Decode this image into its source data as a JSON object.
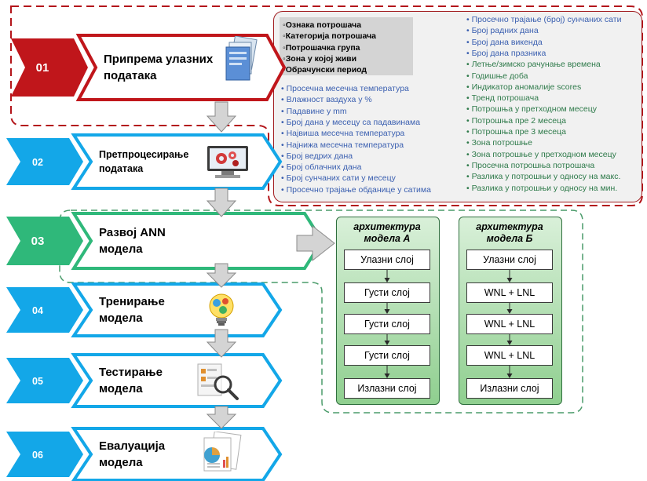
{
  "steps": [
    {
      "num": "01",
      "label_line1": "Припрема улазних",
      "label_line2": "података",
      "color": "#c0161b"
    },
    {
      "num": "02",
      "label_line1": "Претпроцесирање",
      "label_line2": "података",
      "color": "#13a7e8"
    },
    {
      "num": "03",
      "label_line1": "Развој ANN",
      "label_line2": "модела",
      "color": "#2fb87a"
    },
    {
      "num": "04",
      "label_line1": "Тренирање",
      "label_line2": "модела",
      "color": "#13a7e8"
    },
    {
      "num": "05",
      "label_line1": "Тестирање",
      "label_line2": "модела",
      "color": "#13a7e8"
    },
    {
      "num": "06",
      "label_line1": "Евалуација",
      "label_line2": "модела",
      "color": "#13a7e8"
    }
  ],
  "features_left_bold": [
    "Ознака потрошача",
    "Категорија потрошача",
    "Потрошачка група",
    "Зона у којој живи",
    "Обрачунски период"
  ],
  "features_left": [
    "Просечна месечна температура",
    "Влажност ваздуха у %",
    "Падавине у mm",
    "Број дана у месецу са падавинама",
    "Највиша месечна температура",
    "Најнижа месечна температура",
    "Број ведрих дана",
    "Број облачних дана",
    "Број сунчаних сати у месецу",
    "Просечно трајање обданице у сатима"
  ],
  "features_right": [
    "Просечно трајање (број) сунчаних сати",
    "Број радних дана",
    "Број дана викенда",
    "Број дана празника",
    "Летње/зимско рачунање времена",
    "Годишње доба",
    "Индикатор аномалије scores",
    "Тренд потрошача",
    "Потрошња у претходном месецу",
    "Потрошња пре 2 месеца",
    "Потрошња пре 3 месеца",
    "Зона потрошње",
    "Зона потрошње у претходном месецу",
    "Просечна потрошња потрошача",
    "Разлика у потрошњи у односу на макс.",
    "Разлика у потрошњи у односу на мин."
  ],
  "arch_a": {
    "title_line1": "архитектура",
    "title_line2": "модела А",
    "layers": [
      "Улазни слој",
      "Густи слој",
      "Густи слој",
      "Густи слој",
      "Излазни слој"
    ]
  },
  "arch_b": {
    "title_line1": "архитектура",
    "title_line2": "модела Б",
    "layers": [
      "Улазни слој",
      "WNL + LNL",
      "WNL + LNL",
      "WNL + LNL",
      "Излазни слој"
    ]
  },
  "icons": [
    "documents-icon",
    "computer-gears-icon",
    "lightbulb-gears-icon",
    "magnifier-chart-icon",
    "report-charts-icon"
  ],
  "colors": {
    "red": "#c0161b",
    "blue": "#13a7e8",
    "green": "#2fb87a",
    "arrow_gray": "#c8c8c8",
    "panel_green": "#a8d8a8"
  }
}
